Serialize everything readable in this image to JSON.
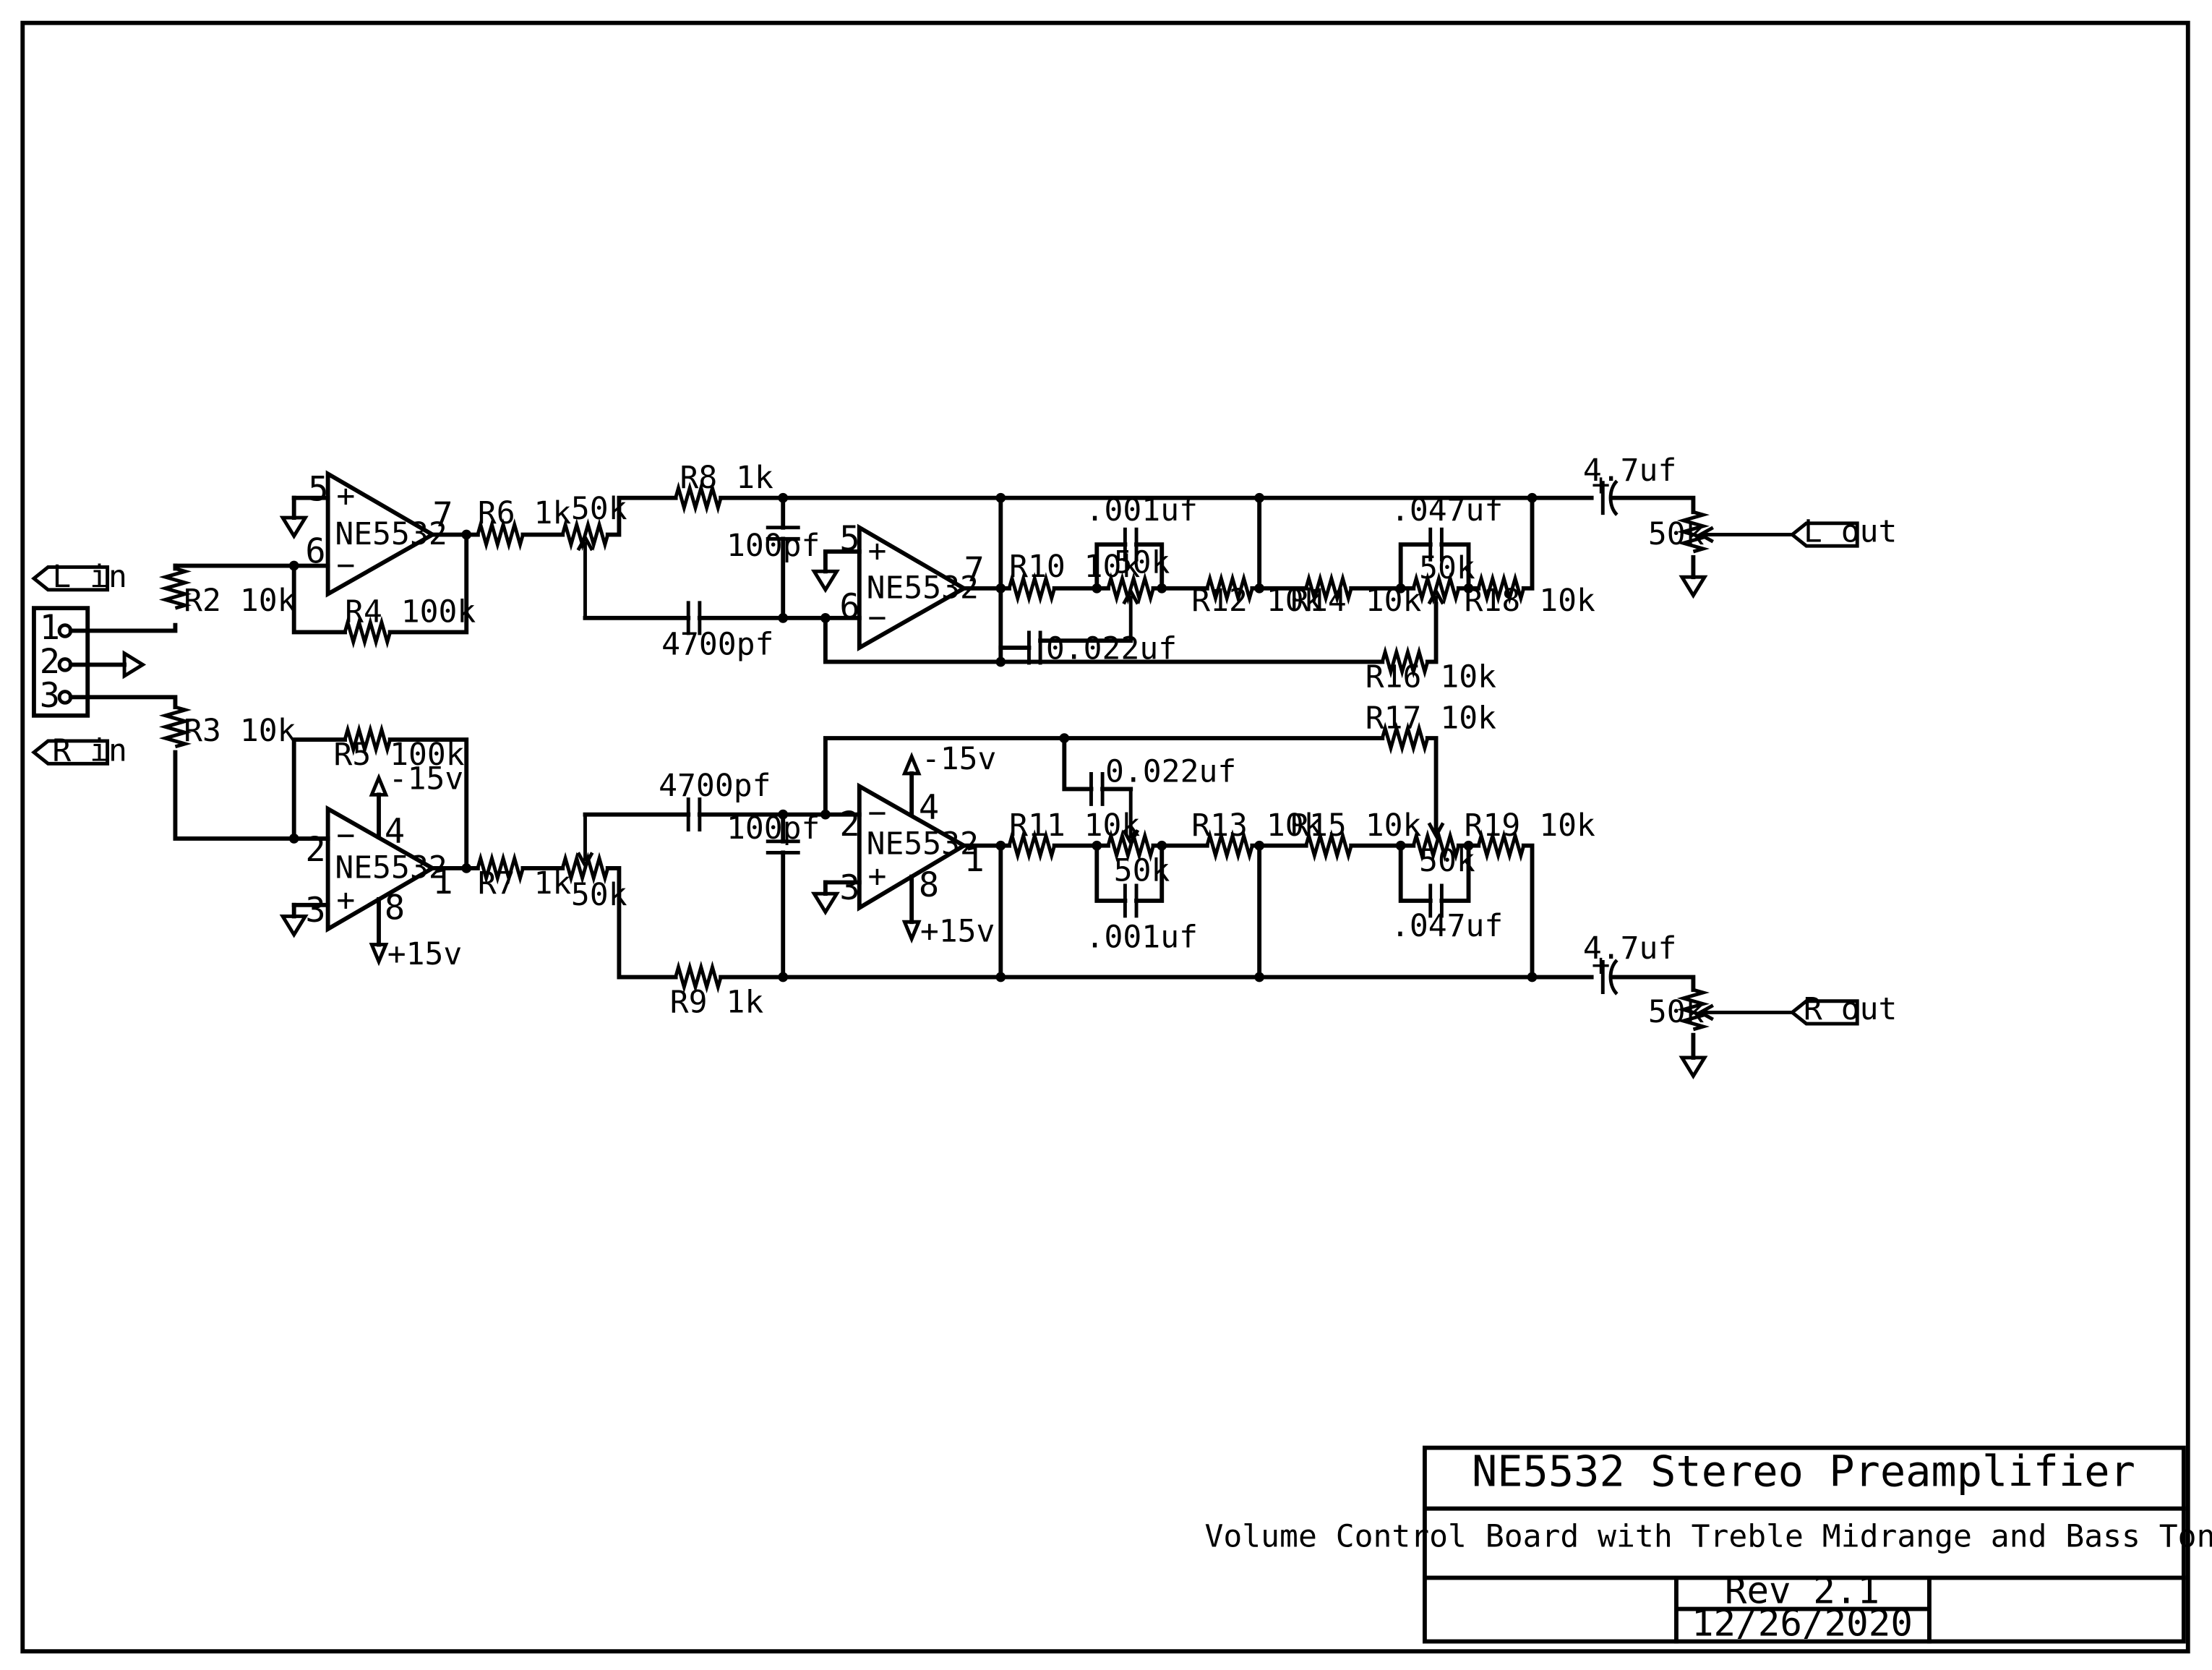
{
  "schematic": {
    "ports": {
      "l_in": "L in",
      "r_in": "R in",
      "l_out": "L out",
      "r_out": "R out"
    },
    "jack_pins": [
      "1",
      "2",
      "3"
    ],
    "chips": {
      "opamp": "NE5532"
    },
    "pins": {
      "p1": "1",
      "p2": "2",
      "p3": "3",
      "p4": "4",
      "p5": "5",
      "p6": "6",
      "p7": "7",
      "p8": "8"
    },
    "signs": {
      "plus": "+",
      "minus": "−"
    },
    "supplies": {
      "neg": "-15v",
      "pos": "+15v"
    },
    "resistors": {
      "r2": "R2 10k",
      "r3": "R3 10k",
      "r4": "R4 100k",
      "r5": "R5 100k",
      "r6": "R6 1k",
      "r7": "R7 1k",
      "r8": "R8 1k",
      "r9": "R9 1k",
      "r10": "R10 10k",
      "r11": "R11 10k",
      "r12": "R12 10k",
      "r13": "R13 10k",
      "r14": "R14 10k",
      "r15": "R15 10k",
      "r16": "R16 10k",
      "r17": "R17 10k",
      "r18": "R18 10k",
      "r19": "R19 10k"
    },
    "pots": {
      "p50k": "50k"
    },
    "capacitors": {
      "c100pf": "100pf",
      "c4700pf": "4700pf",
      "c001uf": ".001uf",
      "c022uf": "0.022uf",
      "c047uf": ".047uf",
      "c47uf": "4.7uf"
    }
  },
  "title_block": {
    "title": "NE5532 Stereo Preamplifier",
    "subtitle": "Volume Control Board with Treble Midrange and Bass Tone Controls",
    "rev": "Rev 2.1",
    "date": "12/26/2020"
  }
}
